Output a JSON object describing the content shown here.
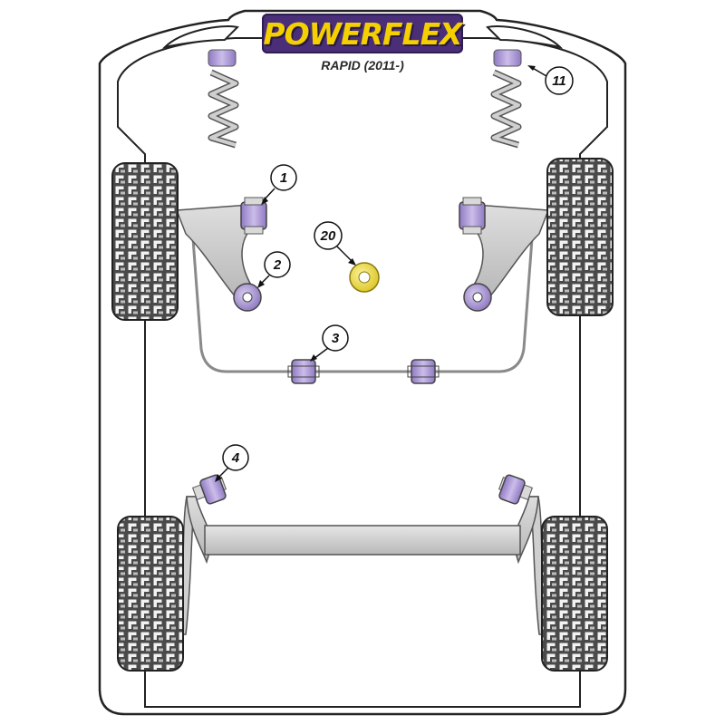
{
  "header": {
    "brand": "POWERFLEX",
    "model": "RAPID (2011-)"
  },
  "colors": {
    "bush_purple": "#b9a6dd",
    "bush_yellow": "#f1e05a",
    "arm_grey": "#c9c9c9",
    "tyre_dark": "#3a3a3a"
  },
  "callouts": [
    {
      "id": "1",
      "label": "1"
    },
    {
      "id": "2",
      "label": "2"
    },
    {
      "id": "3",
      "label": "3"
    },
    {
      "id": "4",
      "label": "4"
    },
    {
      "id": "11",
      "label": "11"
    },
    {
      "id": "20",
      "label": "20"
    }
  ]
}
